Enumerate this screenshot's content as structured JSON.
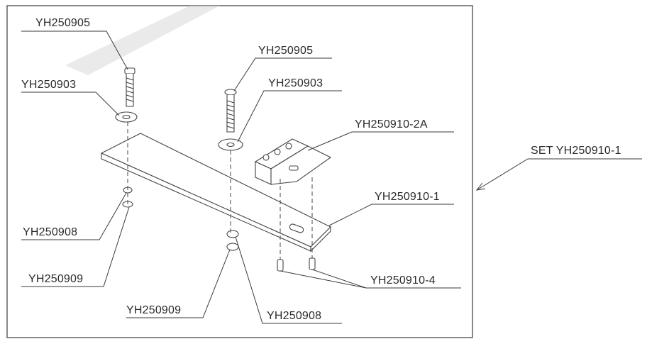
{
  "diagram": {
    "labels": {
      "screw_left": "YH250905",
      "washer_left": "YH250903",
      "screw_center": "YH250905",
      "washer_center": "YH250903",
      "bracket": "YH250910-2A",
      "set": "SET YH250910-1",
      "plate": "YH250910-1",
      "nut_left": "YH250908",
      "lockwasher_left": "YH250909",
      "lockwasher_center": "YH250909",
      "nut_center": "YH250908",
      "bracket_screws": "YH250910-4"
    }
  }
}
